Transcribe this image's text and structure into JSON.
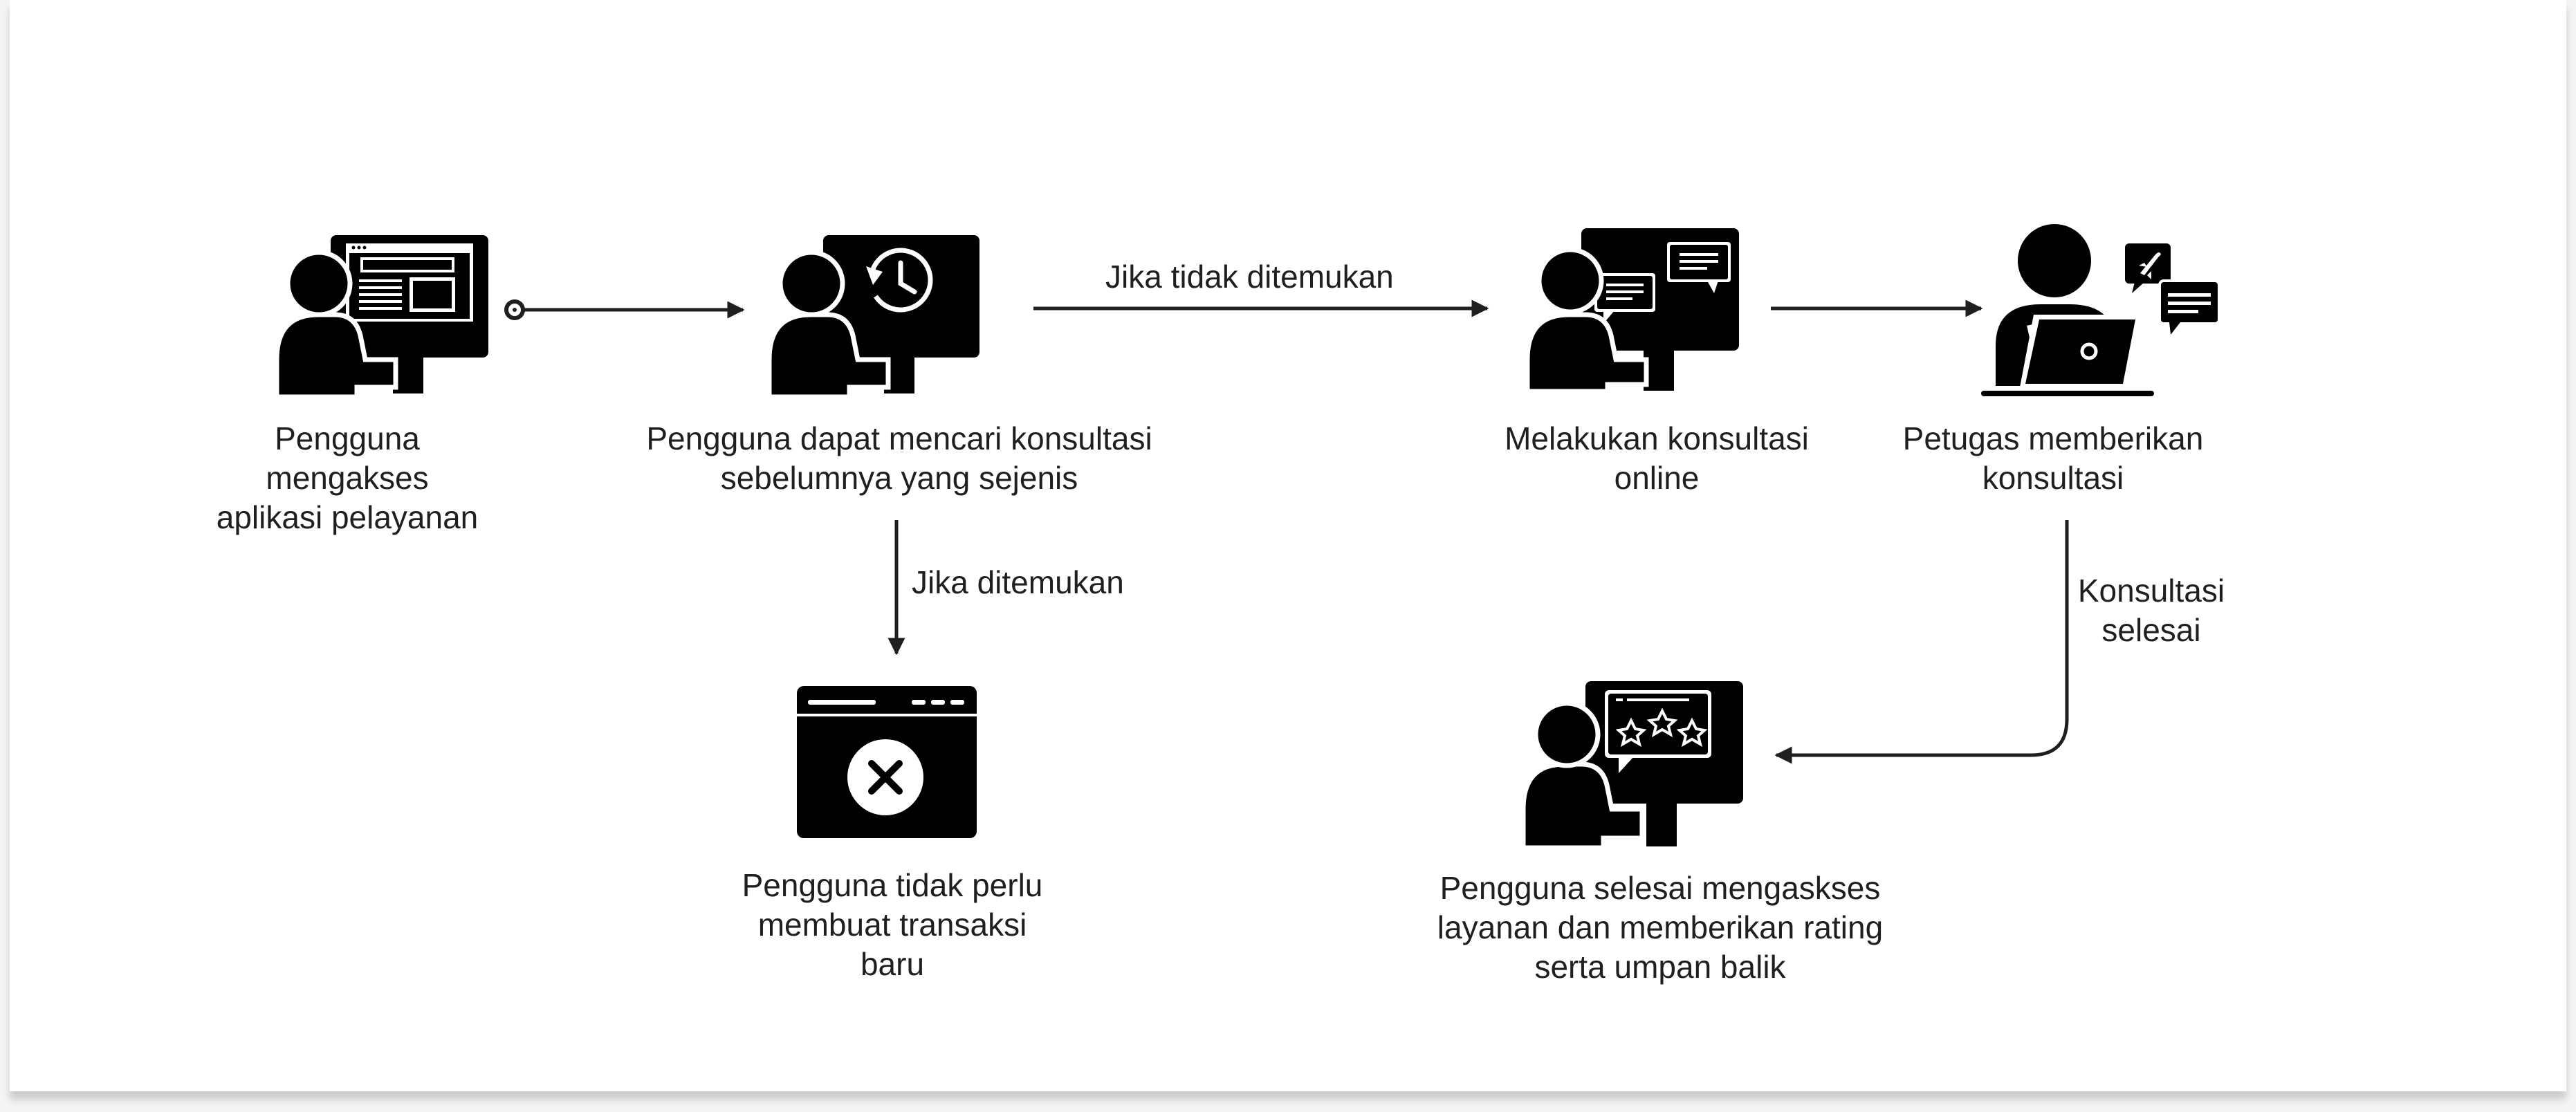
{
  "nodes": {
    "access_app": {
      "label": "Pengguna mengakses\naplikasi pelayanan",
      "icon": "user-computer-app-icon"
    },
    "search_history": {
      "label": "Pengguna dapat mencari konsultasi\nsebelumnya yang sejenis",
      "icon": "user-computer-history-icon"
    },
    "no_transaction": {
      "label": "Pengguna tidak perlu\nmembuat transaksi\nbaru",
      "icon": "browser-cancel-icon"
    },
    "online_consult": {
      "label": "Melakukan konsultasi\nonline",
      "icon": "user-computer-chat-icon"
    },
    "officer_consult": {
      "label": "Petugas memberikan\nkonsultasi",
      "icon": "officer-laptop-icon"
    },
    "finish_rating": {
      "label": "Pengguna selesai mengaskses\nlayanan dan memberikan rating\nserta umpan balik",
      "icon": "user-computer-rating-icon"
    }
  },
  "edges": {
    "not_found": "Jika tidak ditemukan",
    "found": "Jika ditemukan",
    "finished": "Konsultasi\nselesai"
  },
  "colors": {
    "icon": "#000000",
    "arrow": "#1f1f1f",
    "text": "#1f1f1f",
    "background": "#ffffff"
  }
}
